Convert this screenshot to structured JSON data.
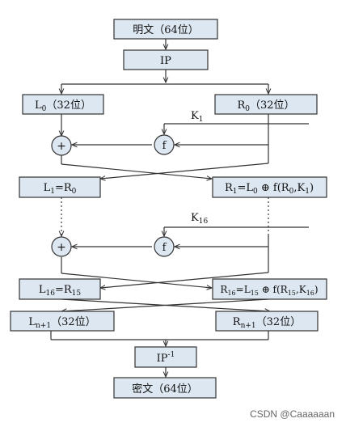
{
  "boxes": {
    "plaintext": "明文（64位）",
    "ip": "IP",
    "l0": {
      "main": "L",
      "sub": "0",
      "tail": "（32位）"
    },
    "r0": {
      "main": "R",
      "sub": "0",
      "tail": "（32位）"
    },
    "l1": {
      "a": "L",
      "a_sub": "1",
      "mid": "=R",
      "b_sub": "0"
    },
    "r1": {
      "a": "R",
      "a_sub": "1",
      "b": "=L",
      "b_sub": "0",
      "c": " ⊕ f(R",
      "c_sub": "0",
      "d": ",K",
      "d_sub": "1",
      "e": ")"
    },
    "l16": {
      "a": "L",
      "a_sub": "16",
      "mid": "=R",
      "b_sub": "15"
    },
    "r16": {
      "a": "R",
      "a_sub": "16",
      "b": "=L",
      "b_sub": "15",
      "c": " ⊕ f(R",
      "c_sub": "15",
      "d": ",K",
      "d_sub": "16",
      "e": ")"
    },
    "ln1": {
      "main": "L",
      "sub": "n+1",
      "tail": "（32位）"
    },
    "rn1": {
      "main": "R",
      "sub": "n+1",
      "tail": "（32位）"
    },
    "ipinv": {
      "main": "IP",
      "sup": "-1"
    },
    "ciphertext": "密文（64位）"
  },
  "keys": {
    "k1": {
      "main": "K",
      "sub": "1"
    },
    "k16": {
      "main": "K",
      "sub": "16"
    }
  },
  "symbols": {
    "xor": "+",
    "f": "f"
  },
  "watermark": "CSDN @Caaaaaan"
}
